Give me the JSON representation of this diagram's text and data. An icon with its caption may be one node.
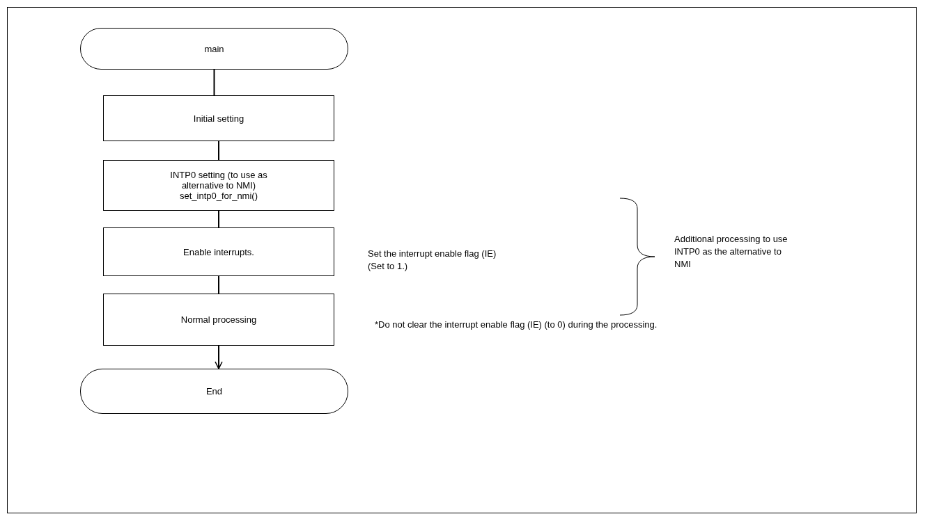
{
  "diagram": {
    "nodes": [
      {
        "text": [
          "main"
        ]
      },
      {
        "text": [
          "Initial setting"
        ]
      },
      {
        "text": [
          "INTP0 setting (to use as alternative to NMI) set_intp0_for_nmi()"
        ]
      },
      {
        "text": [
          "Enable interrupts."
        ]
      },
      {
        "text": [
          "Normal processing"
        ]
      },
      {
        "text": [
          "End"
        ]
      }
    ],
    "edges": [
      {
        "from": 0,
        "to": 1,
        "arrow": "none"
      },
      {
        "from": 1,
        "to": 2,
        "arrow": "none"
      },
      {
        "from": 2,
        "to": 3,
        "arrow": "none"
      },
      {
        "from": 3,
        "to": 4,
        "arrow": "none"
      },
      {
        "from": 4,
        "to": 5,
        "arrow": "to"
      }
    ],
    "labels": [
      "Additional processing to use INTP0 as the alternative to NMI",
      "Set the interrupt enable flag (IE) (Set to 1.)",
      "*Do not clear the interrupt enable flag (IE) (to 0) during the processing."
    ]
  }
}
